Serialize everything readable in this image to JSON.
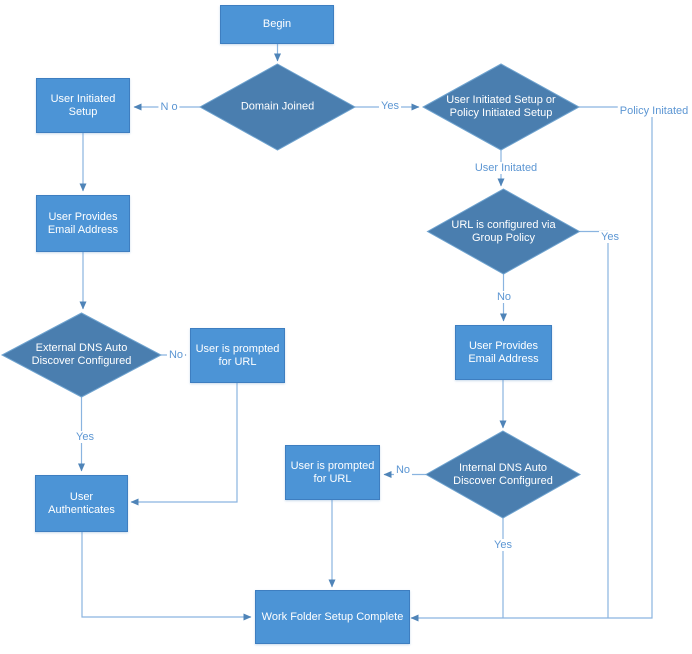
{
  "colors": {
    "bg": "#ffffff",
    "rect_fill": "#4c94d6",
    "rect_border": "#3e7ec0",
    "diamond_fill": "#4a7eaf",
    "diamond_border": "#6fa3cf",
    "line": "#8ab4e0",
    "arrow": "#4f84b8",
    "label_text": "#5c96d3",
    "node_text": "#ffffff"
  },
  "nodes": {
    "begin": {
      "label": "Begin"
    },
    "domain_joined": {
      "label": "Domain Joined"
    },
    "user_initiated_setup": {
      "label": "User Initiated Setup"
    },
    "user_provides_email_left": {
      "label": "User Provides Email Address"
    },
    "external_dns": {
      "label": "External DNS Auto Discover Configured"
    },
    "user_prompted_url_left": {
      "label": "User is prompted for URL"
    },
    "user_authenticates": {
      "label": "User Authenticates"
    },
    "setup_or_policy": {
      "label": "User Initiated Setup or Policy Initiated Setup"
    },
    "url_group_policy": {
      "label": "URL is configured via Group Policy"
    },
    "user_provides_email_right": {
      "label": "User Provides Email Address"
    },
    "internal_dns": {
      "label": "Internal DNS Auto Discover Configured"
    },
    "user_prompted_url_right": {
      "label": "User is prompted for URL"
    },
    "work_folder_complete": {
      "label": "Work Folder Setup Complete"
    }
  },
  "edge_labels": {
    "no_domain": "N o",
    "yes_domain": "Yes",
    "policy_initiated": "Policy Initated",
    "user_initiated": "User Initated",
    "yes_url_policy": "Yes",
    "no_url_policy": "No",
    "no_external_dns": "No",
    "yes_external_dns": "Yes",
    "no_internal_dns": "No",
    "yes_internal_dns": "Yes"
  }
}
